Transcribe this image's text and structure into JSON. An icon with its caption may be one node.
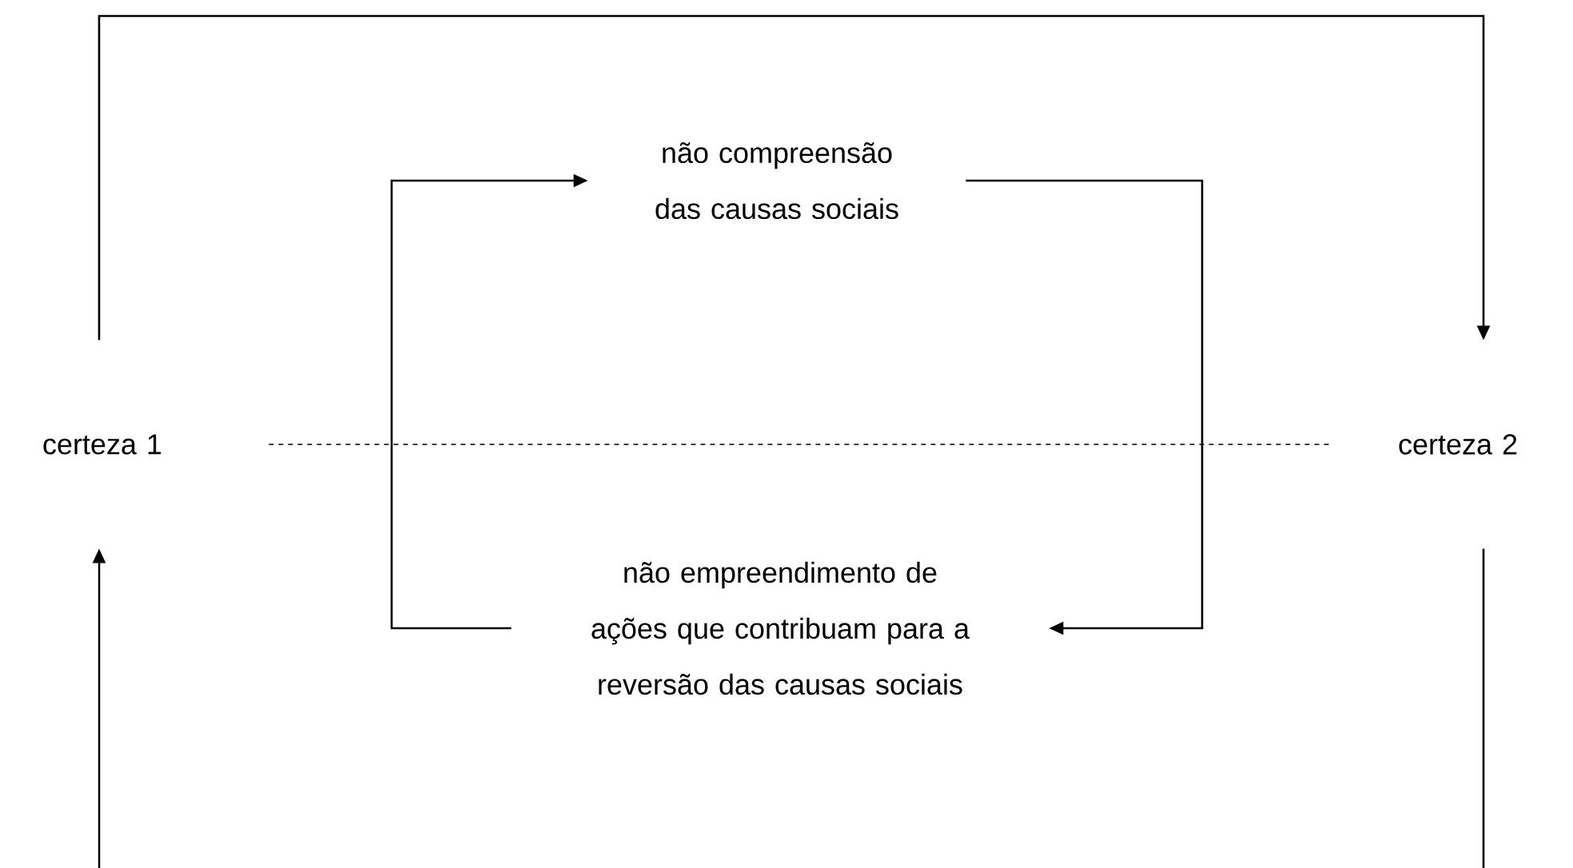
{
  "diagram": {
    "nodes": [
      {
        "text": [
          "certeza 1"
        ]
      },
      {
        "text": [
          "não compreensão das causas sociais"
        ]
      },
      {
        "text": [
          "certeza 2"
        ]
      },
      {
        "text": [
          "não empreendimento de ações que contribuam para a reversão das causas sociais"
        ]
      }
    ],
    "edges": [
      {
        "from": 0,
        "to": 2,
        "arrow": "to"
      },
      {
        "from": 2,
        "to": 0,
        "arrow": "to"
      },
      {
        "from": 1,
        "to": 3,
        "arrow": "to"
      },
      {
        "from": 3,
        "to": 1,
        "arrow": "to"
      },
      {
        "from": 0,
        "to": 2,
        "arrow": "none",
        "style": "dashed"
      }
    ]
  }
}
